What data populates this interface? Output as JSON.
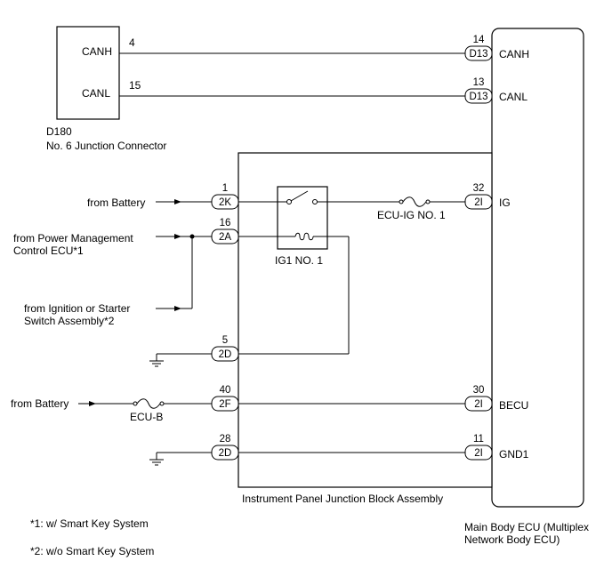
{
  "d180": {
    "ref": "D180",
    "name": "No. 6 Junction Connector",
    "canh_label": "CANH",
    "canl_label": "CANL",
    "canh_pin": "4",
    "canl_pin": "15"
  },
  "ecu": {
    "name_line1": "Main Body ECU (Multiplex",
    "name_line2": "Network Body ECU)",
    "pins": {
      "canh": {
        "num": "14",
        "conn": "D13",
        "label": "CANH"
      },
      "canl": {
        "num": "13",
        "conn": "D13",
        "label": "CANL"
      },
      "ig": {
        "num": "32",
        "conn": "2I",
        "label": "IG"
      },
      "becu": {
        "num": "30",
        "conn": "2I",
        "label": "BECU"
      },
      "gnd1": {
        "num": "11",
        "conn": "2I",
        "label": "GND1"
      }
    }
  },
  "junction_block": {
    "name": "Instrument Panel Junction Block Assembly",
    "relay": "IG1 NO. 1",
    "fuse_ecu_ig": "ECU-IG NO. 1",
    "pins": {
      "p1": {
        "num": "1",
        "conn": "2K"
      },
      "p16": {
        "num": "16",
        "conn": "2A"
      },
      "p5": {
        "num": "5",
        "conn": "2D"
      },
      "p40": {
        "num": "40",
        "conn": "2F"
      },
      "p28": {
        "num": "28",
        "conn": "2D"
      }
    }
  },
  "inputs": {
    "battery1": "from Battery",
    "pm_line1": "from Power Management",
    "pm_line2": "Control ECU*1",
    "ign_line1": "from Ignition or Starter",
    "ign_line2": "Switch Assembly*2",
    "battery2": "from Battery",
    "fuse_ecu_b": "ECU-B"
  },
  "notes": {
    "n1": "*1: w/ Smart Key System",
    "n2": "*2: w/o Smart Key System"
  }
}
